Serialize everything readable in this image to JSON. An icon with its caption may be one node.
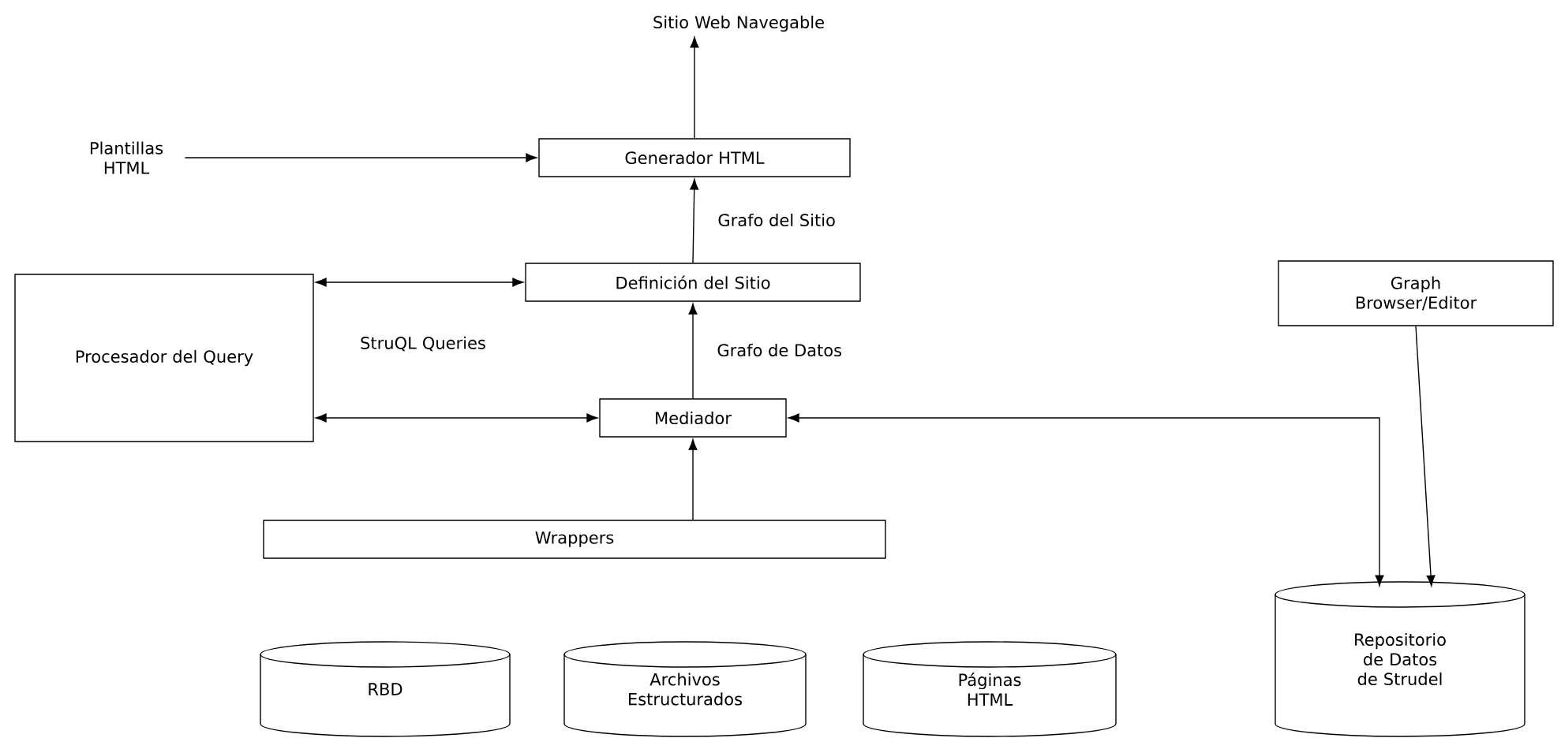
{
  "diagram": {
    "nodes": [
      {
        "text": [
          "Sitio Web Navegable"
        ]
      },
      {
        "text": [
          "Plantillas HTML"
        ]
      },
      {
        "text": [
          "Generador HTML"
        ]
      },
      {
        "text": [
          "Definición del Sitio"
        ]
      },
      {
        "text": [
          "Procesador del Query"
        ]
      },
      {
        "text": [
          "Mediador"
        ]
      },
      {
        "text": [
          "Wrappers"
        ]
      },
      {
        "text": [
          "Graph Browser/Editor"
        ]
      },
      {
        "text": [
          "RBD"
        ]
      },
      {
        "text": [
          "Archivos Estructurados"
        ]
      },
      {
        "text": [
          "Páginas HTML"
        ]
      },
      {
        "text": [
          "Repositorio de Datos de Strudel"
        ]
      }
    ],
    "edges": [
      {
        "from": 2,
        "to": 0,
        "arrow": "to"
      },
      {
        "from": 1,
        "to": 2,
        "arrow": "to"
      },
      {
        "from": 3,
        "to": 2,
        "arrow": "to",
        "label": "Grafo del Sitio"
      },
      {
        "from": 5,
        "to": 3,
        "arrow": "to",
        "label": "Grafo de Datos"
      },
      {
        "from": 4,
        "to": 3,
        "arrow": "both"
      },
      {
        "from": 4,
        "to": 5,
        "arrow": "both"
      },
      {
        "from": 6,
        "to": 5,
        "arrow": "to"
      },
      {
        "from": 5,
        "to": 11,
        "arrow": "both"
      },
      {
        "from": 7,
        "to": 11,
        "arrow": "to"
      }
    ],
    "labels": [
      "StruQL Queries"
    ]
  }
}
